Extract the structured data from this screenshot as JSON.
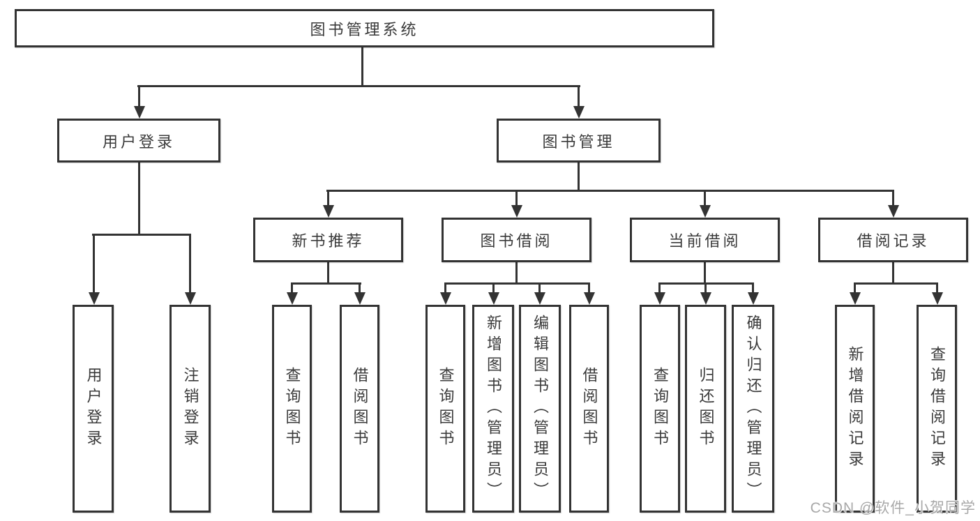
{
  "diagram": {
    "tree": {
      "label": "图书管理系统",
      "children": [
        {
          "label": "用户登录",
          "children": [
            {
              "label": "用户登录"
            },
            {
              "label": "注销登录"
            }
          ]
        },
        {
          "label": "图书管理",
          "children": [
            {
              "label": "新书推荐",
              "children": [
                {
                  "label": "查询图书"
                },
                {
                  "label": "借阅图书"
                }
              ]
            },
            {
              "label": "图书借阅",
              "children": [
                {
                  "label": "查询图书"
                },
                {
                  "label": "新增图书（管理员）"
                },
                {
                  "label": "编辑图书（管理员）"
                },
                {
                  "label": "借阅图书"
                }
              ]
            },
            {
              "label": "当前借阅",
              "children": [
                {
                  "label": "查询图书"
                },
                {
                  "label": "归还图书"
                },
                {
                  "label": "确认归还（管理员）"
                }
              ]
            },
            {
              "label": "借阅记录",
              "children": [
                {
                  "label": "新增借阅记录"
                },
                {
                  "label": "查询借阅记录"
                }
              ]
            }
          ]
        }
      ]
    },
    "colors": {
      "line": "#333333",
      "box_border": "#333333",
      "box_background": "#ffffff",
      "text": "#3a3a3a",
      "watermark": "#a8a8a8"
    }
  },
  "watermark": {
    "text": "CSDN @软件_小贺同学"
  }
}
